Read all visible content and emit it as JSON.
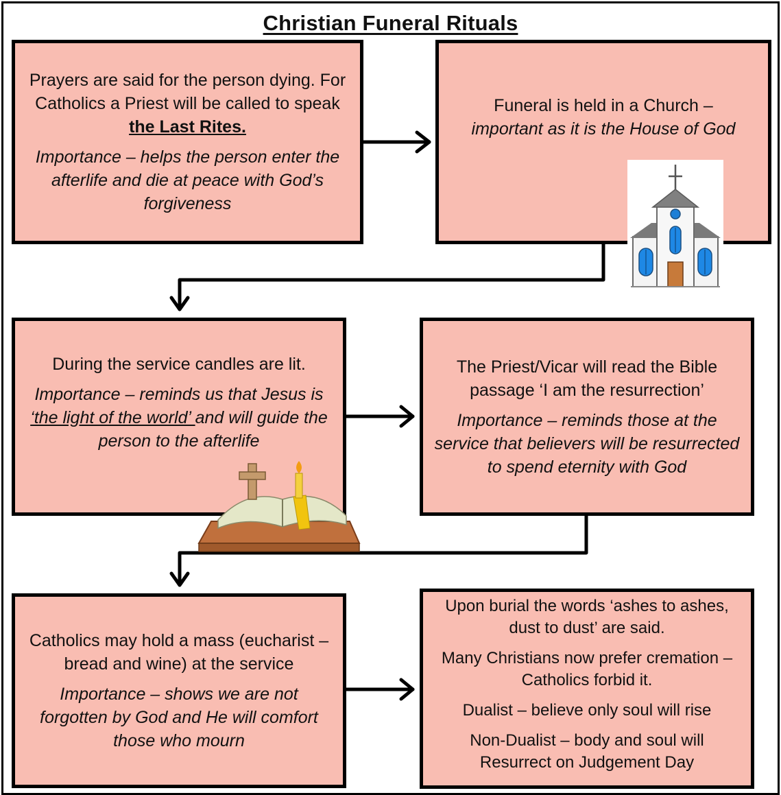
{
  "title": "Christian Funeral Rituals",
  "box1": {
    "line1": "Prayers are said for the person dying. For Catholics a Priest will be called to speak ",
    "emphasis": "the Last Rites.",
    "importance": "Importance – helps the person enter the afterlife and die at peace with God’s forgiveness"
  },
  "box2": {
    "line1": "Funeral is held in a Church –",
    "importance": "important as it is the House of God"
  },
  "box3": {
    "line1": "During the service candles are lit.",
    "importance_a": "Importance – reminds us that Jesus is ",
    "quote": "‘the light of the world’ ",
    "importance_b": "and will guide the person to the afterlife"
  },
  "box4": {
    "line1": "The Priest/Vicar will read the Bible passage ‘I am the resurrection’",
    "importance": "Importance – reminds those at the service that believers will be resurrected to spend eternity with God"
  },
  "box5": {
    "line1": "Catholics may hold a mass (eucharist – bread and wine) at the service",
    "importance": "Importance – shows we are not forgotten by God and He will comfort those who mourn"
  },
  "box6": {
    "line1": "Upon burial the words ‘ashes to ashes, dust to dust’ are said.",
    "line2": "Many Christians now prefer cremation – Catholics forbid it.",
    "line3": "Dualist – believe only soul will rise",
    "line4": "Non-Dualist – body and soul will Resurrect on Judgement Day"
  },
  "colors": {
    "box_fill": "#f9bdb2",
    "border": "#000000"
  },
  "icons": [
    "church-icon",
    "bible-candle-cross-icon"
  ]
}
